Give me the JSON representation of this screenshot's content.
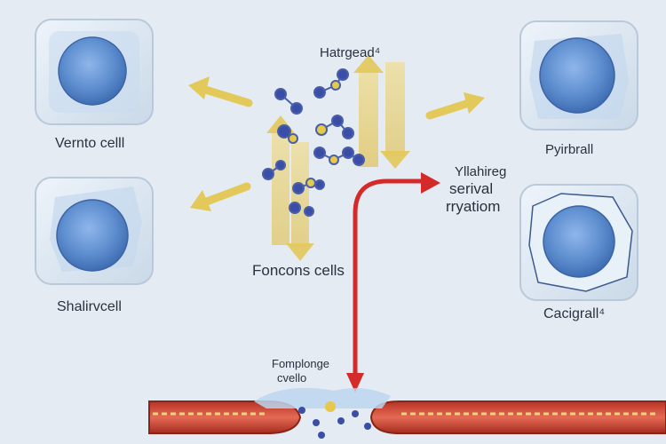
{
  "labels": {
    "top_center": "Hatrgead⁴",
    "cell_top_left": "Vernto celll",
    "cell_mid_left": "Shalirvcell",
    "center_bottom": "Foncons cells",
    "cell_top_right": "Pyirbrall",
    "cell_mid_right": "Cacigrall⁴",
    "red_arrow_line1": "Yllahireg",
    "red_arrow_line2": "serival",
    "red_arrow_line3": "rryatiom",
    "vessel_line1": "Fomplonge",
    "vessel_line2": "cvello"
  },
  "colors": {
    "background": "#e4ebf2",
    "cell_body": "#5f8fd0",
    "cell_box": "#d6e3ef",
    "arrow_yellow": "#e3c85a",
    "arrow_red": "#d42a2a",
    "vessel_wall": "#c0392b",
    "molecule": "#3a4ea8",
    "molecule_yellow": "#e6c84b"
  }
}
